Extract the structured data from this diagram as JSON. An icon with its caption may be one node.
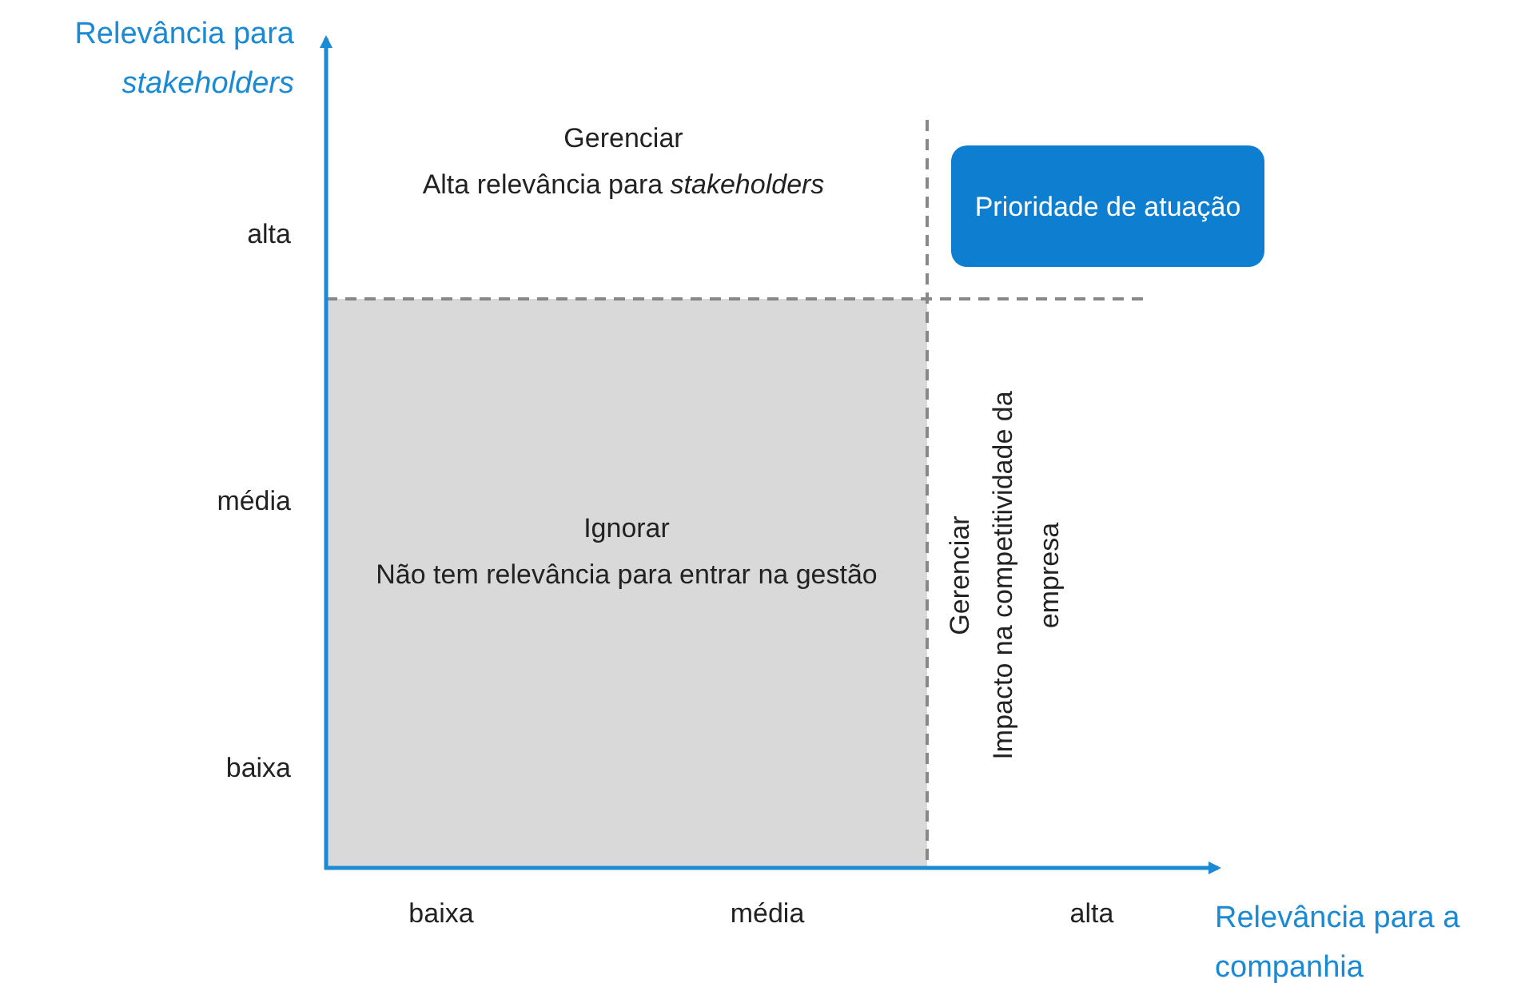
{
  "diagram": {
    "nodes": [
      {
        "text": [
          "Ignorar",
          "Não tem relevância para entrar na gestão"
        ]
      },
      {
        "text": [
          "Prioridade de atuação"
        ]
      }
    ],
    "labels": [
      "Relevância para *stakeholders*",
      "Gerenciar",
      "Alta relevância para *stakeholders*",
      "alta",
      "média",
      "baixa",
      "Gerenciar",
      "Impacto na competitividade da empresa",
      "baixa",
      "média",
      "alta",
      "Relevância para a companhia"
    ]
  }
}
